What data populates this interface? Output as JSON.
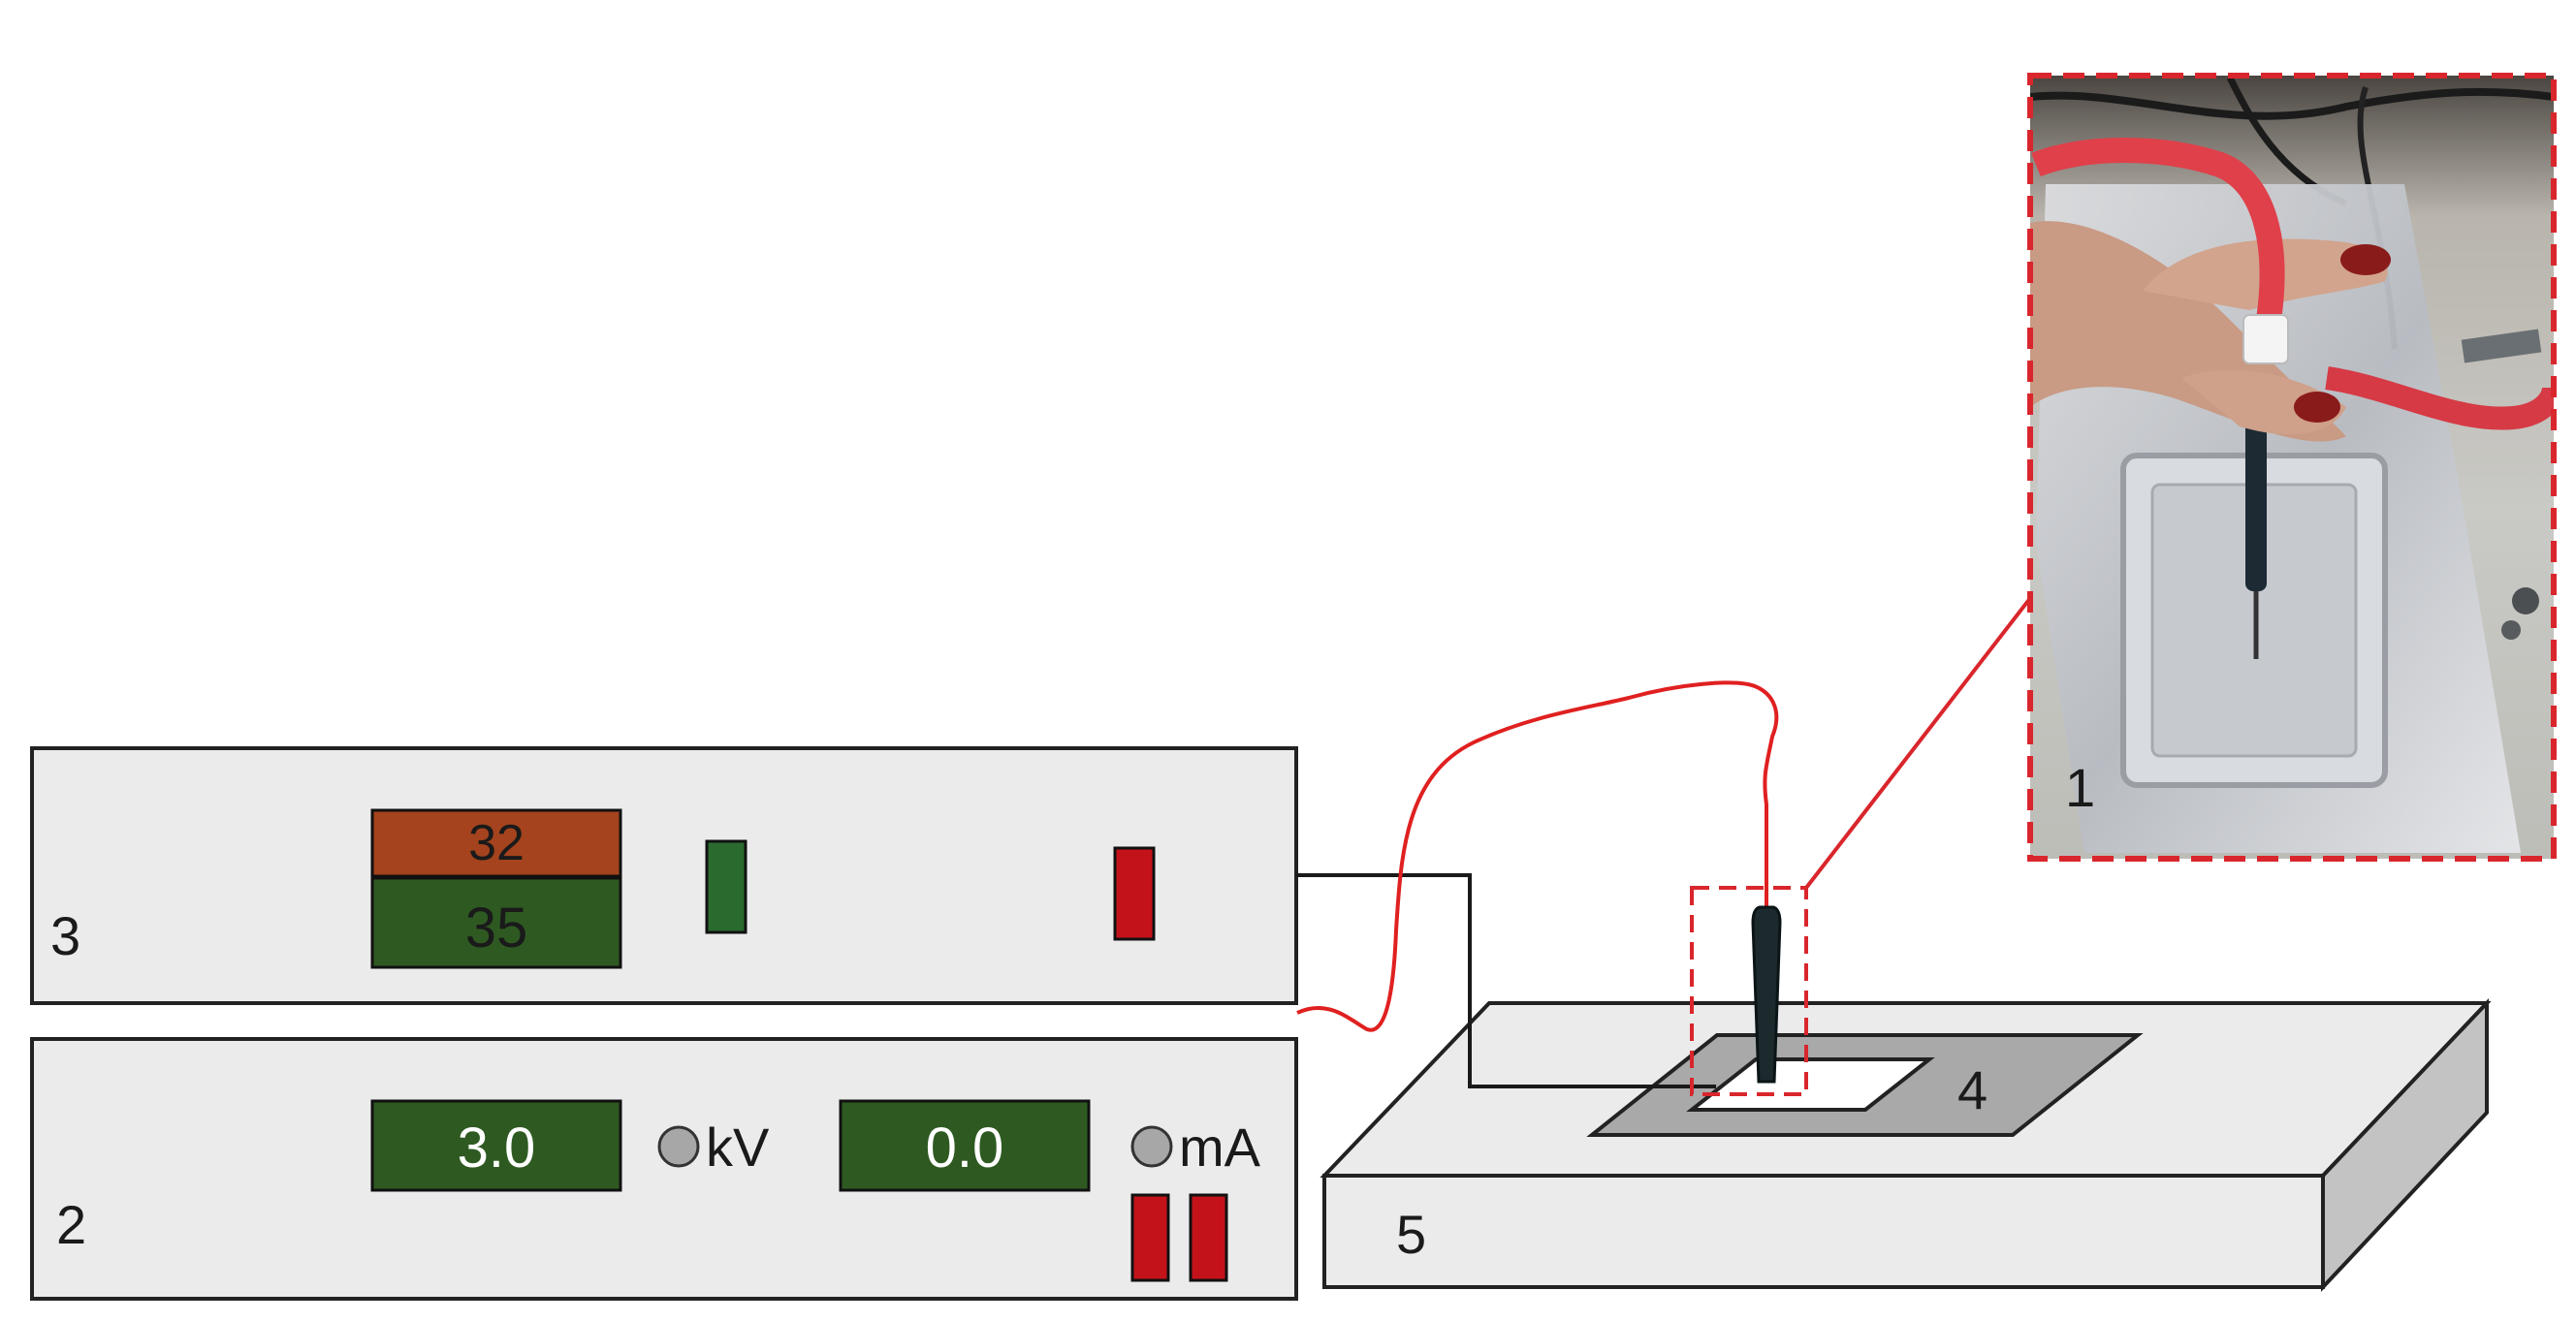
{
  "labels": {
    "photo": "1",
    "voltage_unit": "2",
    "controller_unit": "3",
    "collector_plate": "4",
    "platform": "5"
  },
  "controller": {
    "display_top": "32",
    "display_bottom": "35"
  },
  "power_supply": {
    "voltage_reading": "3.0",
    "voltage_unit": "kV",
    "current_reading": "0.0",
    "current_unit": "mA"
  },
  "colors": {
    "panel_fill": "#ebebeb",
    "display_green": "#2e5a22",
    "indicator_green": "#2b6a2f",
    "indicator_red": "#c4121a",
    "display_orange": "#a4431d",
    "wire_red": "#e02020",
    "callout_red": "#d9262c",
    "plate_gray": "#a9a9a9"
  },
  "icons": {
    "kv_indicator": "led-dot-icon",
    "ma_indicator": "led-dot-icon",
    "electrode": "electrode-probe-icon"
  }
}
